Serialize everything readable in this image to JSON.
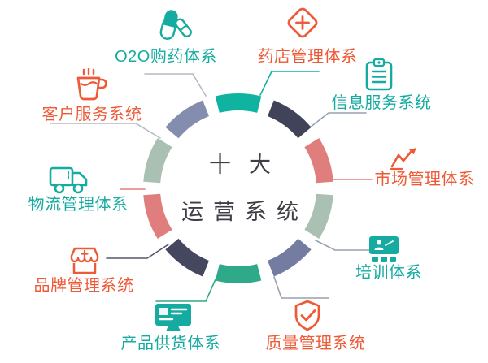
{
  "center": {
    "line1": "十大",
    "line2": "运营系统"
  },
  "colors": {
    "teal_text": "#16aba1",
    "red_text": "#ee5a37",
    "center_text": "#3e3e46",
    "line_gray": "#99a1ae",
    "line_light": "#b4bac4",
    "line_dark": "#53586c",
    "line_teal": "#10b2a0",
    "line_green": "#2faa88",
    "line_pink": "#df7e7c"
  },
  "ring": {
    "segments": [
      {
        "id": "pharmacy",
        "color": "#10b2a0"
      },
      {
        "id": "info",
        "color": "#414459"
      },
      {
        "id": "market",
        "color": "#df7e7c"
      },
      {
        "id": "training",
        "color": "#a9c0b2"
      },
      {
        "id": "quality",
        "color": "#747da1"
      },
      {
        "id": "supply",
        "color": "#2faa88"
      },
      {
        "id": "brand",
        "color": "#45475f"
      },
      {
        "id": "logistics",
        "color": "#df7e7c"
      },
      {
        "id": "customer",
        "color": "#a9c0b2"
      },
      {
        "id": "o2o",
        "color": "#858daf"
      }
    ]
  },
  "items": [
    {
      "id": "o2o",
      "label": "O2O购药体系",
      "color_key": "teal",
      "icon": "pill-icon"
    },
    {
      "id": "pharmacy",
      "label": "药店管理体系",
      "color_key": "red",
      "icon": "medical-cross-icon"
    },
    {
      "id": "info",
      "label": "信息服务系统",
      "color_key": "teal",
      "icon": "clipboard-icon"
    },
    {
      "id": "market",
      "label": "市场管理体系",
      "color_key": "red",
      "icon": "trend-chart-icon"
    },
    {
      "id": "training",
      "label": "培训体系",
      "color_key": "teal",
      "icon": "presentation-icon"
    },
    {
      "id": "quality",
      "label": "质量管理系统",
      "color_key": "red",
      "icon": "shield-check-icon"
    },
    {
      "id": "supply",
      "label": "产品供货体系",
      "color_key": "teal",
      "icon": "monitor-icon"
    },
    {
      "id": "brand",
      "label": "品牌管理系统",
      "color_key": "red",
      "icon": "storefront-icon"
    },
    {
      "id": "logistics",
      "label": "物流管理体系",
      "color_key": "teal",
      "icon": "truck-icon"
    },
    {
      "id": "customer",
      "label": "客户服务系统",
      "color_key": "red",
      "icon": "coffee-cup-icon"
    }
  ]
}
